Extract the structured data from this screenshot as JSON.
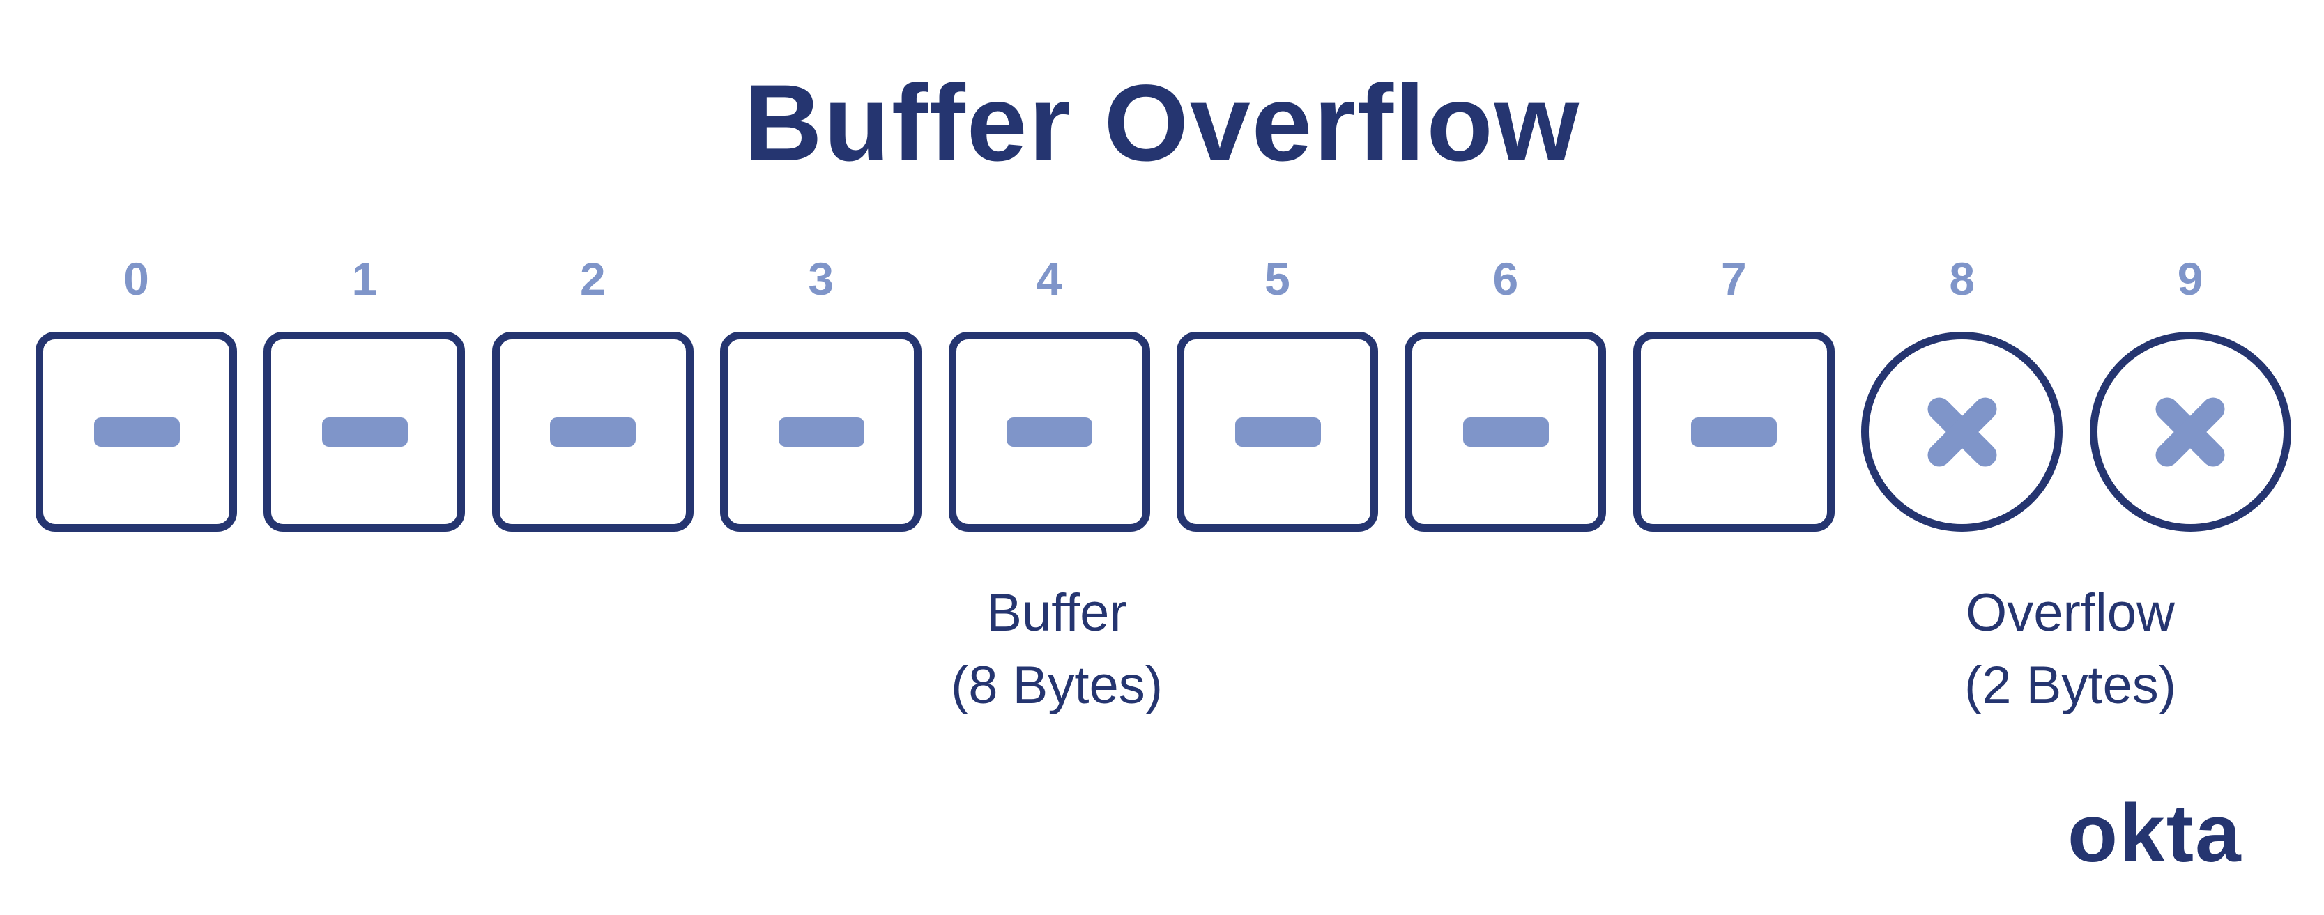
{
  "title": "Buffer Overflow",
  "colors": {
    "navy": "#253570",
    "accent": "#7f95c9"
  },
  "cells": [
    {
      "index": "0",
      "state": "buffer",
      "icon": "dash-icon"
    },
    {
      "index": "1",
      "state": "buffer",
      "icon": "dash-icon"
    },
    {
      "index": "2",
      "state": "buffer",
      "icon": "dash-icon"
    },
    {
      "index": "3",
      "state": "buffer",
      "icon": "dash-icon"
    },
    {
      "index": "4",
      "state": "buffer",
      "icon": "dash-icon"
    },
    {
      "index": "5",
      "state": "buffer",
      "icon": "dash-icon"
    },
    {
      "index": "6",
      "state": "buffer",
      "icon": "dash-icon"
    },
    {
      "index": "7",
      "state": "buffer",
      "icon": "dash-icon"
    },
    {
      "index": "8",
      "state": "overflow",
      "icon": "x-icon"
    },
    {
      "index": "9",
      "state": "overflow",
      "icon": "x-icon"
    }
  ],
  "labels": {
    "buffer": {
      "line1": "Buffer",
      "line2": "(8 Bytes)"
    },
    "overflow": {
      "line1": "Overflow",
      "line2": "(2 Bytes)"
    }
  },
  "logo": "okta"
}
